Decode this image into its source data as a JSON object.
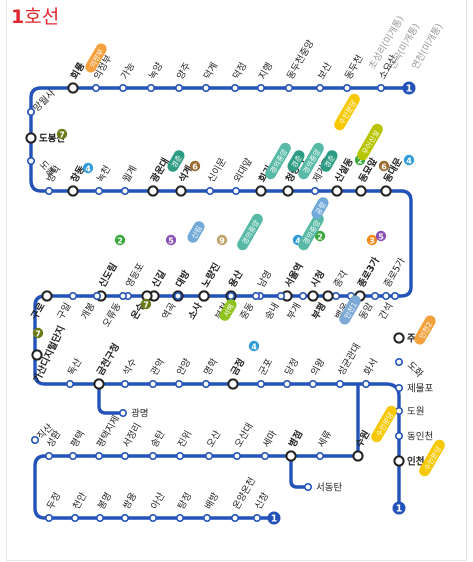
{
  "title": {
    "line_number": "1",
    "line_word": "호선"
  },
  "colors": {
    "line": "#2352b8",
    "title": "#e3262b",
    "line2": "#3aa83c",
    "line3": "#f28b1e",
    "line4": "#2f9bd7",
    "line5": "#8b51b4",
    "line6": "#9b6a2c",
    "line7": "#6a7a16",
    "gyeongui": "#58b9a6",
    "suin": "#f5c800",
    "sinbundang": "#c3122f",
    "gyeongchun": "#2e9c84",
    "airport": "#71a9d8",
    "incheon1": "#7ca8d5",
    "undetermined": "#999999",
    "transfer_fill": "#ffffff",
    "station_fill": "#ffffff"
  },
  "endpoint_badges": [
    {
      "id": "top-end",
      "text": "1"
    },
    {
      "id": "right-end",
      "text": "1"
    },
    {
      "id": "bottom-end",
      "text": "1"
    }
  ],
  "stations": [
    {
      "name": "소요산",
      "transfer": false
    },
    {
      "name": "동두천",
      "transfer": false
    },
    {
      "name": "보산",
      "transfer": false
    },
    {
      "name": "동두천중앙",
      "transfer": false
    },
    {
      "name": "지행",
      "transfer": false
    },
    {
      "name": "덕정",
      "transfer": false
    },
    {
      "name": "덕계",
      "transfer": false
    },
    {
      "name": "양주",
      "transfer": false
    },
    {
      "name": "녹양",
      "transfer": false
    },
    {
      "name": "가능",
      "transfer": false
    },
    {
      "name": "의정부",
      "transfer": false
    },
    {
      "name": "회룡",
      "transfer": true
    },
    {
      "name": "망월사",
      "transfer": false
    },
    {
      "name": "도봉산",
      "transfer": true
    },
    {
      "name": "도봉",
      "transfer": false
    },
    {
      "name": "방학",
      "transfer": false
    },
    {
      "name": "창동",
      "transfer": true
    },
    {
      "name": "녹천",
      "transfer": false
    },
    {
      "name": "월계",
      "transfer": false
    },
    {
      "name": "광운대",
      "transfer": true
    },
    {
      "name": "석계",
      "transfer": true
    },
    {
      "name": "신이문",
      "transfer": false
    },
    {
      "name": "외대앞",
      "transfer": false
    },
    {
      "name": "회기",
      "transfer": true
    },
    {
      "name": "청량리",
      "transfer": true
    },
    {
      "name": "제기동",
      "transfer": false
    },
    {
      "name": "신설동",
      "transfer": true
    },
    {
      "name": "동묘앞",
      "transfer": true
    },
    {
      "name": "동대문",
      "transfer": true
    },
    {
      "name": "종로5가",
      "transfer": false
    },
    {
      "name": "종로3가",
      "transfer": true
    },
    {
      "name": "종각",
      "transfer": false
    },
    {
      "name": "시청",
      "transfer": true
    },
    {
      "name": "서울역",
      "transfer": true
    },
    {
      "name": "남영",
      "transfer": false
    },
    {
      "name": "용산",
      "transfer": true
    },
    {
      "name": "노량진",
      "transfer": true
    },
    {
      "name": "대방",
      "transfer": true
    },
    {
      "name": "신길",
      "transfer": true
    },
    {
      "name": "영등포",
      "transfer": false
    },
    {
      "name": "신도림",
      "transfer": true
    },
    {
      "name": "구로",
      "transfer": true
    },
    {
      "name": "구일",
      "transfer": false
    },
    {
      "name": "개봉",
      "transfer": false
    },
    {
      "name": "오류동",
      "transfer": false
    },
    {
      "name": "온수",
      "transfer": true
    },
    {
      "name": "역곡",
      "transfer": false
    },
    {
      "name": "소사",
      "transfer": true
    },
    {
      "name": "부천",
      "transfer": false
    },
    {
      "name": "중동",
      "transfer": false
    },
    {
      "name": "송내",
      "transfer": false
    },
    {
      "name": "부개",
      "transfer": false
    },
    {
      "name": "부평",
      "transfer": true
    },
    {
      "name": "백운",
      "transfer": false
    },
    {
      "name": "동암",
      "transfer": false
    },
    {
      "name": "간석",
      "transfer": false
    },
    {
      "name": "주안",
      "transfer": true
    },
    {
      "name": "도화",
      "transfer": false
    },
    {
      "name": "제물포",
      "transfer": false
    },
    {
      "name": "도원",
      "transfer": false
    },
    {
      "name": "동인천",
      "transfer": false
    },
    {
      "name": "인천",
      "transfer": true
    },
    {
      "name": "가산디지털단지",
      "transfer": true
    },
    {
      "name": "독산",
      "transfer": false
    },
    {
      "name": "금천구청",
      "transfer": true
    },
    {
      "name": "광명",
      "transfer": false
    },
    {
      "name": "석수",
      "transfer": false
    },
    {
      "name": "관악",
      "transfer": false
    },
    {
      "name": "안양",
      "transfer": false
    },
    {
      "name": "명학",
      "transfer": false
    },
    {
      "name": "금정",
      "transfer": true
    },
    {
      "name": "군포",
      "transfer": false
    },
    {
      "name": "당정",
      "transfer": false
    },
    {
      "name": "의왕",
      "transfer": false
    },
    {
      "name": "성균관대",
      "transfer": false
    },
    {
      "name": "화서",
      "transfer": false
    },
    {
      "name": "수원",
      "transfer": true
    },
    {
      "name": "세류",
      "transfer": false
    },
    {
      "name": "병점",
      "transfer": true
    },
    {
      "name": "서동탄",
      "transfer": false
    },
    {
      "name": "세마",
      "transfer": false
    },
    {
      "name": "오산대",
      "transfer": false
    },
    {
      "name": "오산",
      "transfer": false
    },
    {
      "name": "진위",
      "transfer": false
    },
    {
      "name": "송탄",
      "transfer": false
    },
    {
      "name": "서정리",
      "transfer": false
    },
    {
      "name": "평택지제",
      "transfer": false
    },
    {
      "name": "평택",
      "transfer": false
    },
    {
      "name": "성환",
      "transfer": false
    },
    {
      "name": "직산",
      "transfer": false
    },
    {
      "name": "두정",
      "transfer": false
    },
    {
      "name": "천안",
      "transfer": false
    },
    {
      "name": "봉명",
      "transfer": false
    },
    {
      "name": "쌍용",
      "transfer": false
    },
    {
      "name": "아산",
      "transfer": false
    },
    {
      "name": "탕정",
      "transfer": false
    },
    {
      "name": "배방",
      "transfer": false
    },
    {
      "name": "온양온천",
      "transfer": false
    },
    {
      "name": "신창",
      "transfer": false
    },
    {
      "name": "초성리(미개통)",
      "transfer": false
    },
    {
      "name": "전곡(미개통)",
      "transfer": false
    },
    {
      "name": "연천(미개통)",
      "transfer": false
    }
  ],
  "transfer_badges": {
    "hoeryong": "의정부",
    "dobongsan": "7",
    "changdong": "4",
    "gwangundae": "경춘",
    "seokgye": "6",
    "hoegi1": "경의중앙",
    "hoegi2": "경춘",
    "cheongnyangni1": "경의중앙",
    "cheongnyangni2": "경춘",
    "cheongnyangni3": "수인분당",
    "sinseoldong1": "2",
    "sinseoldong2": "우이신설",
    "dongmyo": "6",
    "dongdaemun": "4",
    "jongno3_1": "3",
    "jongno3_2": "5",
    "sicheong": "2",
    "seoul1": "4",
    "seoul2": "경의중앙",
    "seoul3": "공항",
    "yongsan": "경의중앙",
    "noryangjin": "9",
    "daebang": "신림",
    "singil": "5",
    "sindorim": "2",
    "onsu": "7",
    "sosa": "서해",
    "bupyeong": "인천1",
    "juan": "인천2",
    "gasan": "7",
    "geumjeong": "4",
    "suwon": "수인분당",
    "incheon": "수인분당"
  }
}
